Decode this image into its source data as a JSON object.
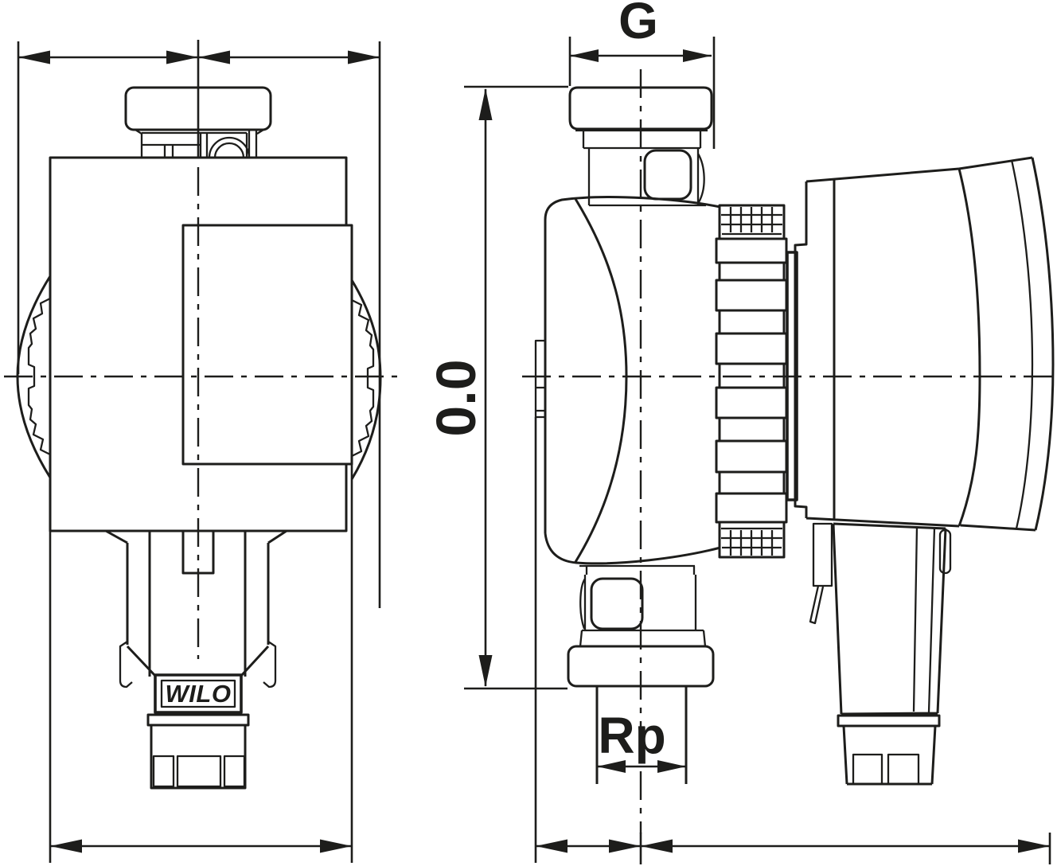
{
  "drawing_type": "technical-dimension-drawing",
  "colors": {
    "background": "#ffffff",
    "line": "#1d1d1b"
  },
  "labels": {
    "top_port_thread": "G",
    "port_to_port_height": "0.0",
    "bottom_port_thread": "Rp",
    "brand_logo": "WILO"
  }
}
